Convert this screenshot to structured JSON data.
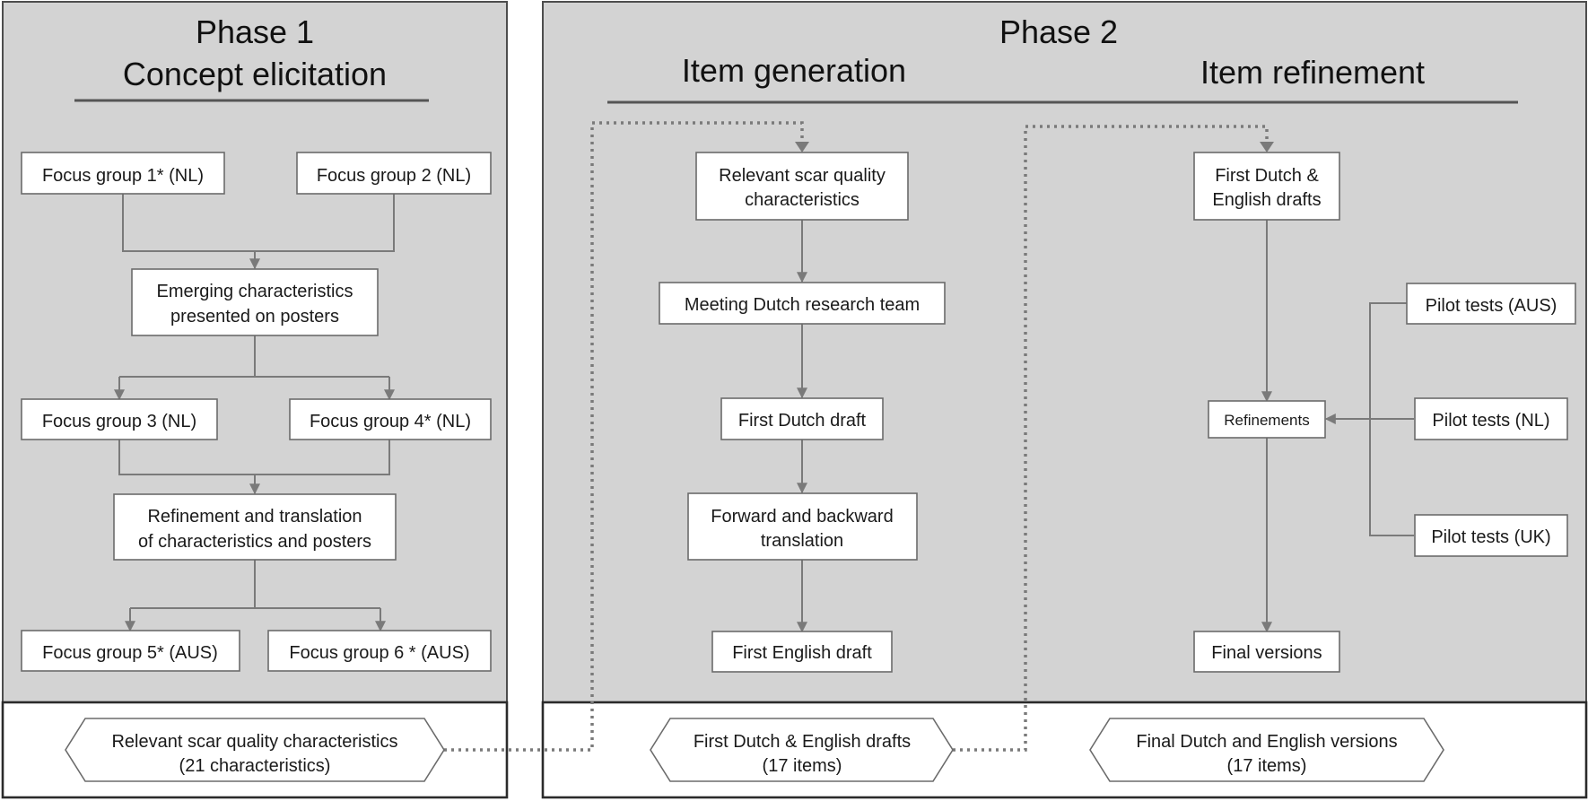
{
  "phase1": {
    "title": "Phase 1",
    "subtitle": "Concept elicitation",
    "nodes": {
      "fg1": "Focus group 1* (NL)",
      "fg2": "Focus group 2 (NL)",
      "emerging": [
        "Emerging characteristics",
        "presented on posters"
      ],
      "fg3": "Focus group 3 (NL)",
      "fg4": "Focus group 4* (NL)",
      "refinement": [
        "Refinement and translation",
        "of characteristics and posters"
      ],
      "fg5": "Focus group 5* (AUS)",
      "fg6": "Focus group 6 * (AUS)"
    },
    "output": [
      "Relevant scar quality characteristics",
      "(21 characteristics)"
    ]
  },
  "phase2": {
    "title": "Phase 2",
    "generation": {
      "title": "Item generation",
      "nodes": {
        "relevant": [
          "Relevant scar quality",
          "characteristics"
        ],
        "meeting": "Meeting Dutch research team",
        "dutch": "First Dutch draft",
        "translation": [
          "Forward and backward",
          "translation"
        ],
        "english": "First English draft"
      },
      "output": [
        "First Dutch & English drafts",
        "(17 items)"
      ]
    },
    "refinement": {
      "title": "Item refinement",
      "nodes": {
        "drafts": [
          "First Dutch &",
          "English drafts"
        ],
        "refinements": "Refinements",
        "pilot_aus": "Pilot tests (AUS)",
        "pilot_nl": "Pilot tests (NL)",
        "pilot_uk": "Pilot tests (UK)",
        "final": "Final versions"
      },
      "output": [
        "Final Dutch and English versions",
        "(17 items)"
      ]
    }
  }
}
